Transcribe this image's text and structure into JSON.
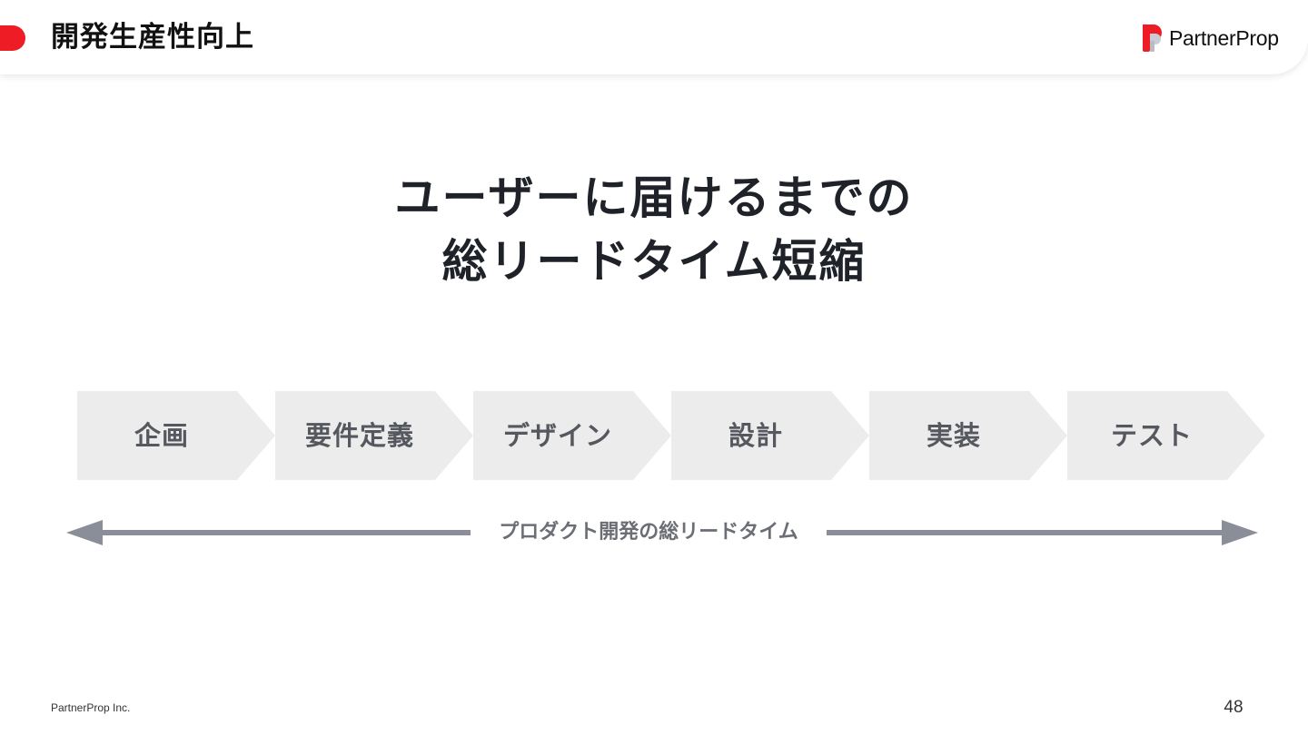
{
  "header": {
    "title": "開発生産性向上",
    "accent_color": "#ee1c25",
    "logo_text": "PartnerProp"
  },
  "main": {
    "title_line1": "ユーザーに届けるまでの",
    "title_line2": "総リードタイム短縮"
  },
  "process": {
    "steps": [
      {
        "label": "企画"
      },
      {
        "label": "要件定義"
      },
      {
        "label": "デザイン"
      },
      {
        "label": "設計"
      },
      {
        "label": "実装"
      },
      {
        "label": "テスト"
      }
    ],
    "step_color": "#ececec",
    "lead_time_label": "プロダクト開発の総リードタイム",
    "arrow_color": "#8a8e98"
  },
  "footer": {
    "company": "PartnerProp Inc.",
    "page_number": "48"
  }
}
